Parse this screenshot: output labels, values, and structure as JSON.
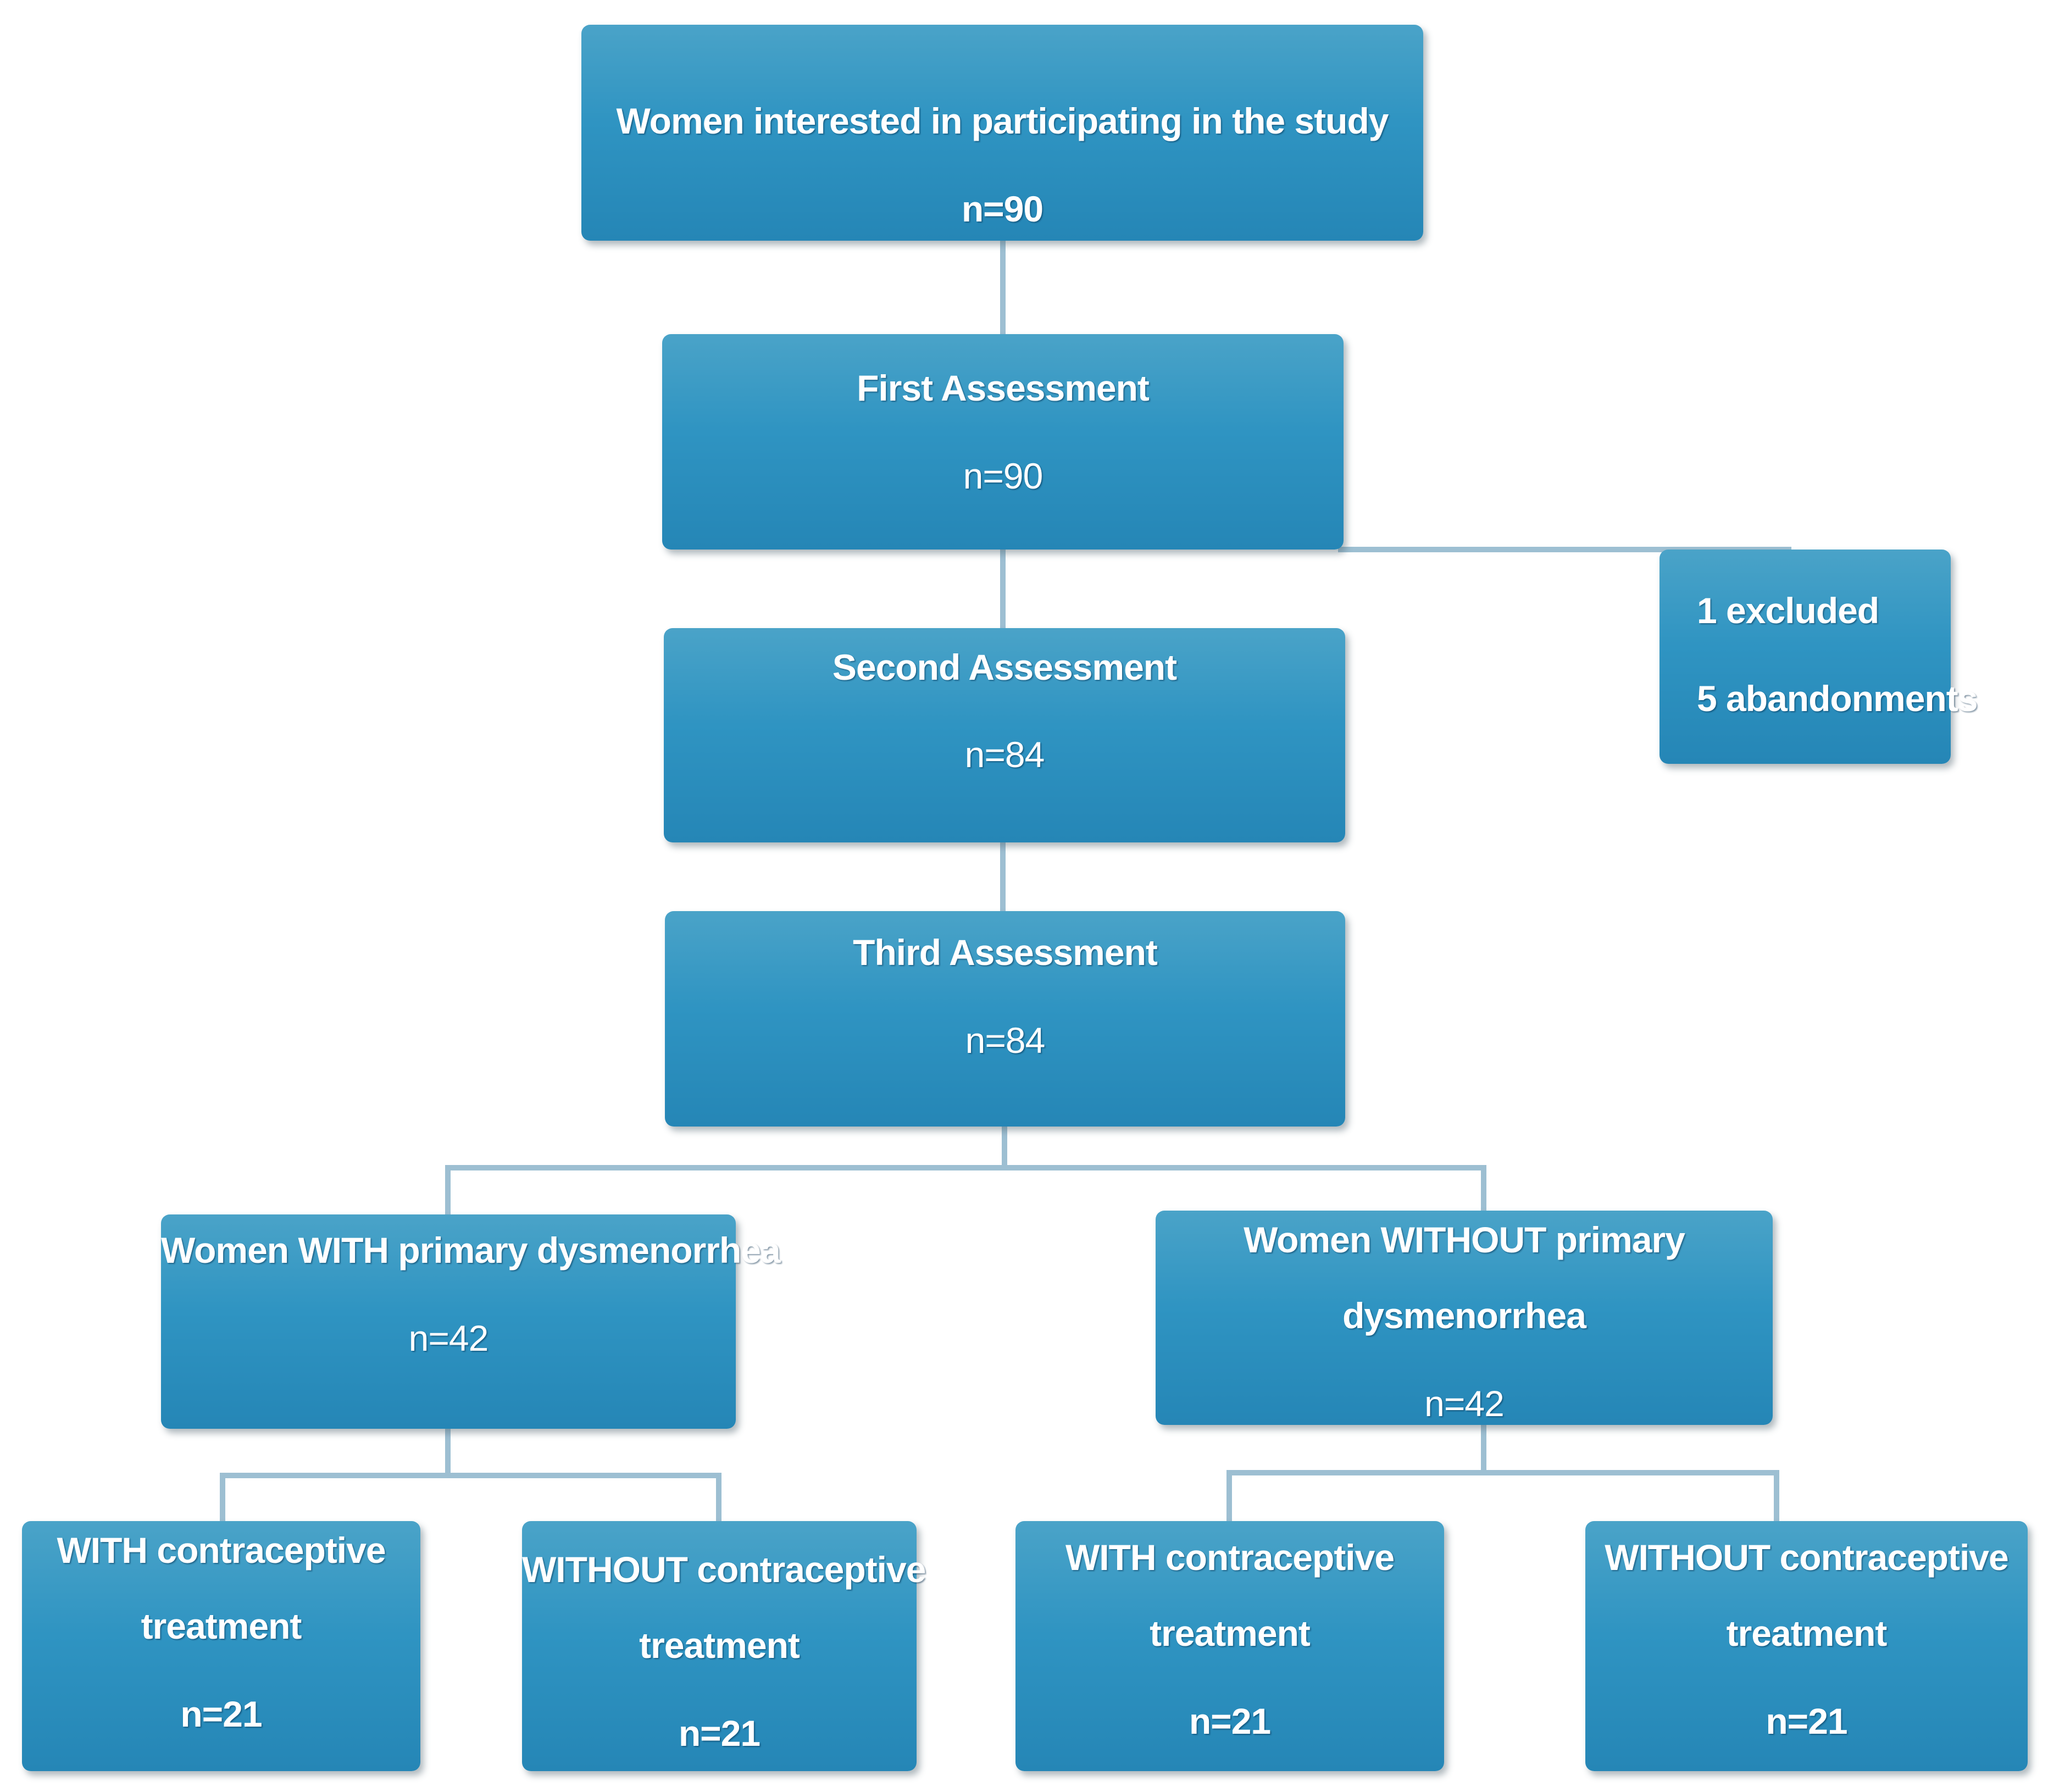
{
  "nodes": {
    "recruited": {
      "title": "Women interested in participating in the study",
      "count": "n=90"
    },
    "first_assessment": {
      "title": "First Assessment",
      "count": "n=90"
    },
    "losses": {
      "excluded": "1 excluded",
      "abandonments": "5 abandonments"
    },
    "second_assessment": {
      "title": "Second Assessment",
      "count": "n=84"
    },
    "third_assessment": {
      "title": "Third Assessment",
      "count": "n=84"
    },
    "with_dysmenorrhea": {
      "title": "Women WITH primary dysmenorrhea",
      "count": "n=42"
    },
    "without_dysmenorrhea": {
      "title_line1": "Women WITHOUT primary",
      "title_line2": "dysmenorrhea",
      "count": "n=42"
    },
    "with_dys_with_contraceptive": {
      "line1": "WITH contraceptive",
      "line2": "treatment",
      "count": "n=21"
    },
    "with_dys_without_contraceptive": {
      "line1": "WITHOUT contraceptive",
      "line2": "treatment",
      "count": "n=21"
    },
    "without_dys_with_contraceptive": {
      "line1": "WITH contraceptive",
      "line2": "treatment",
      "count": "n=21"
    },
    "without_dys_without_contraceptive": {
      "line1": "WITHOUT contraceptive",
      "line2": "treatment",
      "count": "n=21"
    }
  },
  "colors": {
    "box_top": "#4aa3c8",
    "box_bottom": "#2586b6",
    "connector": "#9dbfd2",
    "text": "#ffffff"
  }
}
